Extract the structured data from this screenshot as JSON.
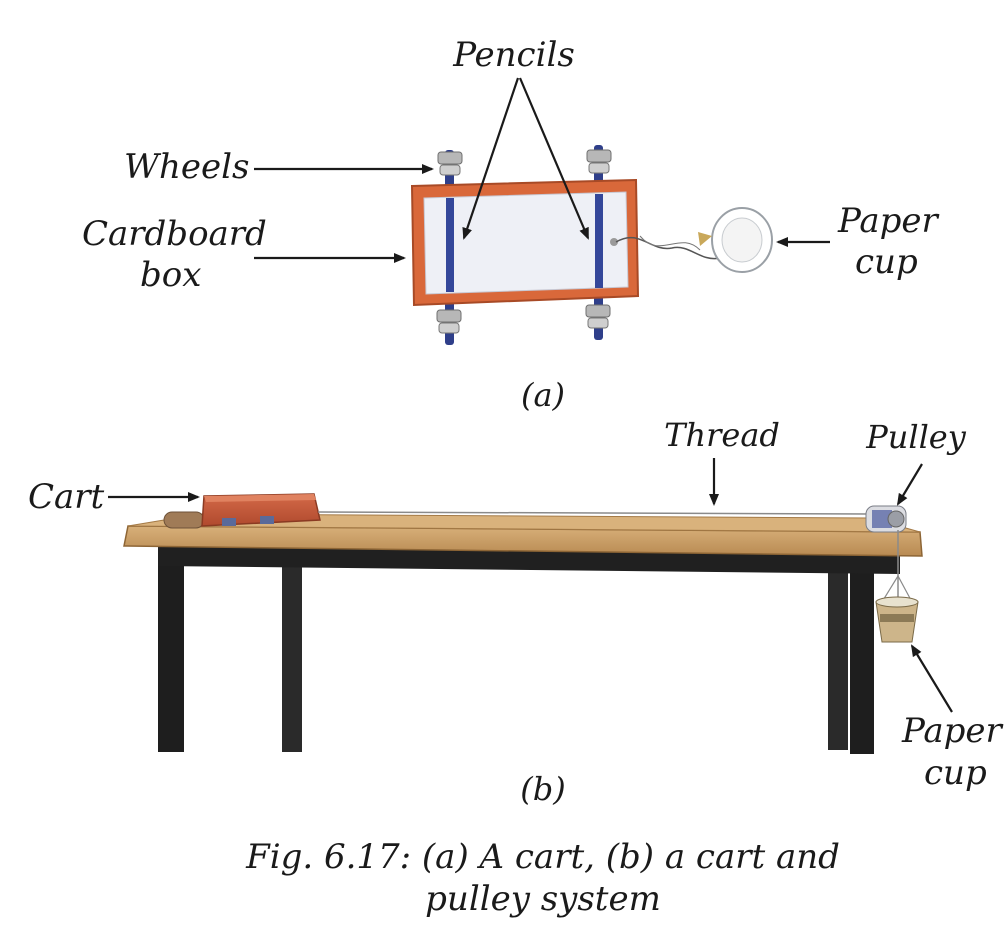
{
  "figure_a": {
    "label_pencils": "Pencils",
    "label_wheels": "Wheels",
    "label_cardboard_1": "Cardboard",
    "label_cardboard_2": "box",
    "label_paper_cup_1": "Paper",
    "label_paper_cup_2": "cup",
    "sublabel": "(a)"
  },
  "figure_b": {
    "label_cart": "Cart",
    "label_thread": "Thread",
    "label_pulley": "Pulley",
    "label_paper_cup_1": "Paper",
    "label_paper_cup_2": "cup",
    "sublabel": "(b)"
  },
  "caption": {
    "line1": "Fig. 6.17: (a) A cart, (b) a cart and",
    "line2": "pulley system"
  },
  "colors": {
    "box_orange": "#d9683a",
    "box_inner": "#eef0f6",
    "pencil_blue": "#2f3f8a",
    "table_wood": "#c49a62",
    "table_legs": "#1e1e1e",
    "brick": "#c65a3a",
    "arrow": "#1a1a1a"
  }
}
